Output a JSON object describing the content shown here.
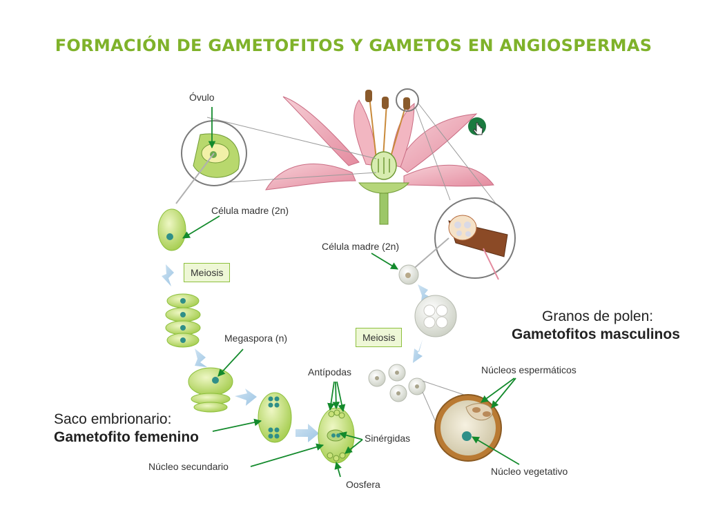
{
  "title": "FORMACIÓN DE GAMETOFITOS Y GAMETOS EN ANGIOSPERMAS",
  "labels": {
    "ovulo": "Óvulo",
    "celula_madre_fem": "Célula madre (2n)",
    "meiosis_fem": "Meiosis",
    "megaspora": "Megaspora (n)",
    "saco_line1": "Saco embrionario:",
    "saco_line2": "Gametofito femenino",
    "antipodas": "Antípodas",
    "sinergidas": "Sinérgidas",
    "nucleo_secundario": "Núcleo secundario",
    "oosfera": "Oosfera",
    "celula_madre_masc": "Célula madre (2n)",
    "meiosis_masc": "Meiosis",
    "granos_line1": "Granos de polen:",
    "granos_line2": "Gametofitos masculinos",
    "nucleos_espermaticos": "Núcleos espermáticos",
    "nucleo_vegetativo": "Núcleo vegetativo"
  },
  "colors": {
    "title": "#7fb22a",
    "arrow": "#138a2c",
    "cell_green": "#c9e27a",
    "nucleus": "#2f8f88",
    "petal": "#e9a5b3",
    "box_fill": "#eef7d6",
    "box_border": "#8cbf3c"
  },
  "icons": [
    "hand-pointer-icon"
  ]
}
